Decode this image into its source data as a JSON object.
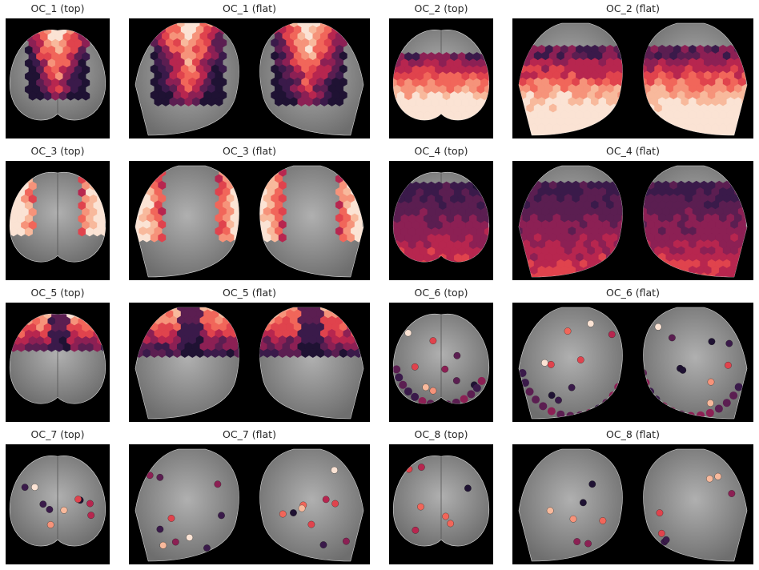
{
  "figure": {
    "panels": [
      {
        "title": "OC_1 (top)",
        "view": "top",
        "pattern": "ant_medial"
      },
      {
        "title": "OC_1 (flat)",
        "view": "flat",
        "pattern": "ant_medial"
      },
      {
        "title": "OC_2 (top)",
        "view": "top",
        "pattern": "posterior"
      },
      {
        "title": "OC_2 (flat)",
        "view": "flat",
        "pattern": "posterior"
      },
      {
        "title": "OC_3 (top)",
        "view": "top",
        "pattern": "lateral"
      },
      {
        "title": "OC_3 (flat)",
        "view": "flat",
        "pattern": "lateral"
      },
      {
        "title": "OC_4 (top)",
        "view": "top",
        "pattern": "broad"
      },
      {
        "title": "OC_4 (flat)",
        "view": "flat",
        "pattern": "broad"
      },
      {
        "title": "OC_5 (top)",
        "view": "top",
        "pattern": "anterior"
      },
      {
        "title": "OC_5 (flat)",
        "view": "flat",
        "pattern": "anterior"
      },
      {
        "title": "OC_6 (top)",
        "view": "top",
        "pattern": "sparse_a"
      },
      {
        "title": "OC_6 (flat)",
        "view": "flat",
        "pattern": "sparse_a"
      },
      {
        "title": "OC_7 (top)",
        "view": "top",
        "pattern": "sparse_b"
      },
      {
        "title": "OC_7 (flat)",
        "view": "flat",
        "pattern": "sparse_b"
      },
      {
        "title": "OC_8 (top)",
        "view": "top",
        "pattern": "sparse_c"
      },
      {
        "title": "OC_8 (flat)",
        "view": "flat",
        "pattern": "sparse_c"
      }
    ],
    "colors": {
      "background": "#000000",
      "cortex_gray": "#8c8c8c",
      "scale": [
        "#1f1233",
        "#3a1a4a",
        "#5b1e51",
        "#8c2054",
        "#b7264f",
        "#e0434d",
        "#f1665a",
        "#f6937a",
        "#f8b99c",
        "#fbe3d4"
      ]
    }
  }
}
